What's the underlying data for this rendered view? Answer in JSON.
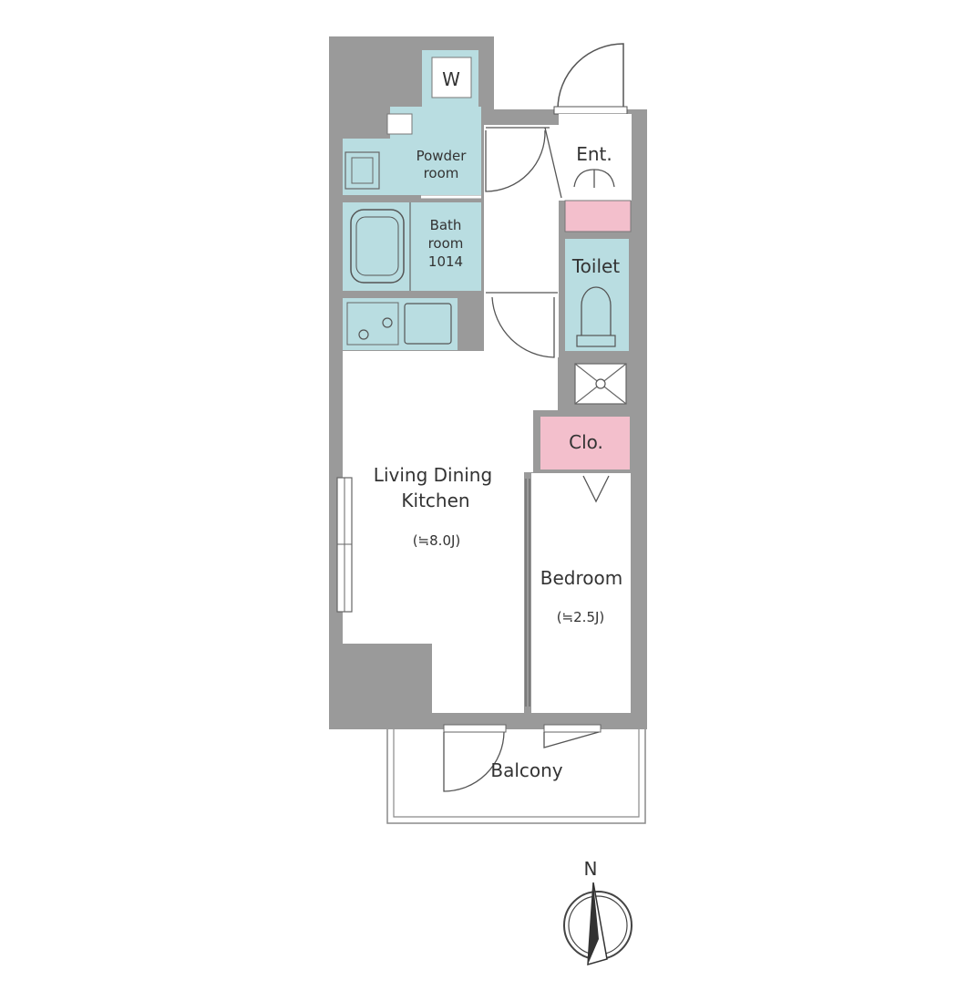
{
  "colors": {
    "wall": "#9a9a9a",
    "wet_room": "#b9dde1",
    "storage": "#f3bfcc",
    "line": "#555555",
    "outline": "#8a8a8a"
  },
  "rooms": {
    "washer": {
      "label": "W"
    },
    "powder_room": {
      "label_line1": "Powder",
      "label_line2": "room"
    },
    "bathroom": {
      "label_line1": "Bath",
      "label_line2": "room",
      "label_line3": "1014"
    },
    "entrance": {
      "label": "Ent."
    },
    "toilet": {
      "label": "Toilet"
    },
    "closet": {
      "label": "Clo."
    },
    "ldk": {
      "label_line1": "Living Dining",
      "label_line2": "Kitchen",
      "area": "(≒8.0J)"
    },
    "bedroom": {
      "label": "Bedroom",
      "area": "(≒2.5J)"
    },
    "balcony": {
      "label": "Balcony"
    }
  },
  "compass": {
    "north_label": "N",
    "icon": "north-arrow-icon"
  }
}
